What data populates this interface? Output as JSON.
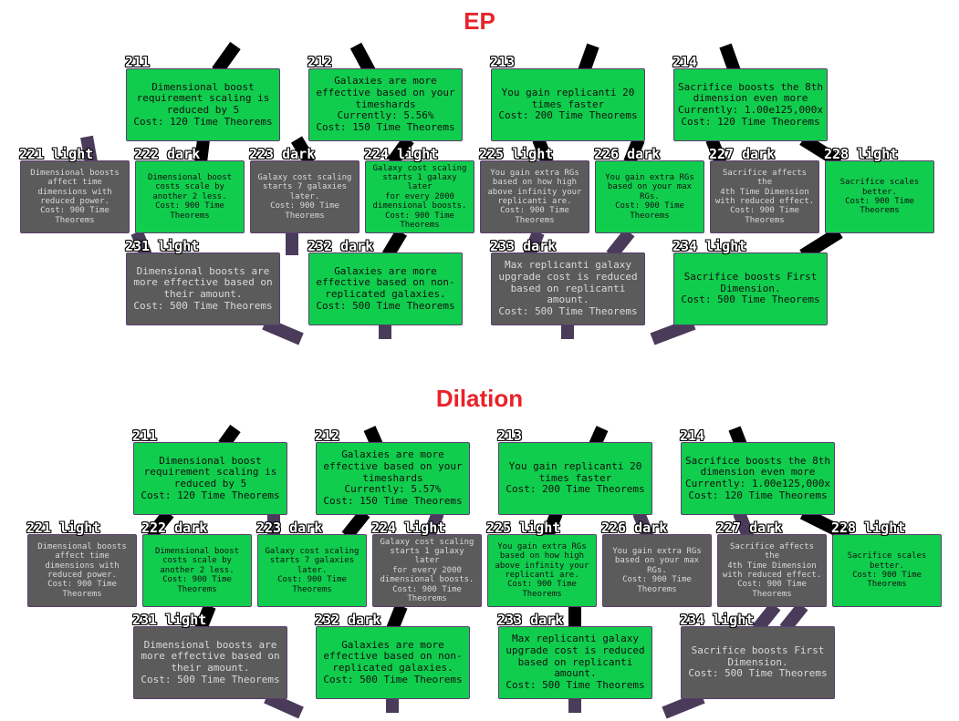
{
  "colors": {
    "title": "#e8232a",
    "bought": "#11cd4d",
    "unbought": "#5b5b5b",
    "line_black": "#000000",
    "line_purple": "#4a3b5a"
  },
  "ep": {
    "title": "EP",
    "n211": {
      "label": "211",
      "desc": "Dimensional boost\nrequirement scaling is\nreduced by 5",
      "cost": "Cost: 120 Time Theorems"
    },
    "n212": {
      "label": "212",
      "desc": "Galaxies are more\neffective based on your\ntimeshards\nCurrently: 5.56%",
      "cost": "Cost: 150 Time Theorems"
    },
    "n213": {
      "label": "213",
      "desc": "You gain replicanti 20\ntimes faster",
      "cost": "Cost: 200 Time Theorems"
    },
    "n214": {
      "label": "214",
      "desc": "Sacrifice boosts the 8th\ndimension even more\nCurrently: 1.00e125,000x",
      "cost": "Cost: 120 Time Theorems"
    },
    "n221": {
      "label": "221 light",
      "desc": "Dimensional boosts\naffect time\ndimensions with\nreduced power.",
      "cost": "Cost: 900 Time\nTheorems"
    },
    "n222": {
      "label": "222 dark",
      "desc": "Dimensional boost\ncosts scale by\nanother 2 less.",
      "cost": "Cost: 900 Time\nTheorems"
    },
    "n223": {
      "label": "223 dark",
      "desc": "Galaxy cost scaling\nstarts 7 galaxies\nlater.",
      "cost": "Cost: 900 Time\nTheorems"
    },
    "n224": {
      "label": "224 light",
      "desc": "Galaxy cost scaling\nstarts 1 galaxy later\nfor every 2000\ndimensional boosts.",
      "cost": "Cost: 900 Time\nTheorems"
    },
    "n225": {
      "label": "225 light",
      "desc": "You gain extra RGs\nbased on how high\nabove infinity your\nreplicanti are.",
      "cost": "Cost: 900 Time\nTheorems"
    },
    "n226": {
      "label": "226 dark",
      "desc": "You gain extra RGs\nbased on your max\nRGs.",
      "cost": "Cost: 900 Time\nTheorems"
    },
    "n227": {
      "label": "227 dark",
      "desc": "Sacrifice affects the\n4th Time Dimension\nwith reduced effect.",
      "cost": "Cost: 900 Time\nTheorems"
    },
    "n228": {
      "label": "228 light",
      "desc": "Sacrifice scales\nbetter.",
      "cost": "Cost: 900 Time\nTheorems"
    },
    "n231": {
      "label": "231 light",
      "desc": "Dimensional boosts are\nmore effective based on\ntheir amount.",
      "cost": "Cost: 500 Time Theorems"
    },
    "n232": {
      "label": "232 dark",
      "desc": "Galaxies are more\neffective based on non-\nreplicated galaxies.",
      "cost": "Cost: 500 Time Theorems"
    },
    "n233": {
      "label": "233 dark",
      "desc": "Max replicanti galaxy\nupgrade cost is reduced\nbased on replicanti\namount.",
      "cost": "Cost: 500 Time Theorems"
    },
    "n234": {
      "label": "234 light",
      "desc": "Sacrifice boosts First\nDimension.",
      "cost": "Cost: 500 Time Theorems"
    }
  },
  "dil": {
    "title": "Dilation",
    "n211": {
      "label": "211",
      "desc": "Dimensional boost\nrequirement scaling is\nreduced by 5",
      "cost": "Cost: 120 Time Theorems"
    },
    "n212": {
      "label": "212",
      "desc": "Galaxies are more\neffective based on your\ntimeshards\nCurrently: 5.57%",
      "cost": "Cost: 150 Time Theorems"
    },
    "n213": {
      "label": "213",
      "desc": "You gain replicanti 20\ntimes faster",
      "cost": "Cost: 200 Time Theorems"
    },
    "n214": {
      "label": "214",
      "desc": "Sacrifice boosts the 8th\ndimension even more\nCurrently: 1.00e125,000x",
      "cost": "Cost: 120 Time Theorems"
    },
    "n221": {
      "label": "221 light",
      "desc": "Dimensional boosts\naffect time\ndimensions with\nreduced power.",
      "cost": "Cost: 900 Time\nTheorems"
    },
    "n222": {
      "label": "222 dark",
      "desc": "Dimensional boost\ncosts scale by\nanother 2 less.",
      "cost": "Cost: 900 Time\nTheorems"
    },
    "n223": {
      "label": "223 dark",
      "desc": "Galaxy cost scaling\nstarts 7 galaxies\nlater.",
      "cost": "Cost: 900 Time\nTheorems"
    },
    "n224": {
      "label": "224 light",
      "desc": "Galaxy cost scaling\nstarts 1 galaxy later\nfor every 2000\ndimensional boosts.",
      "cost": "Cost: 900 Time\nTheorems"
    },
    "n225": {
      "label": "225 light",
      "desc": "You gain extra RGs\nbased on how high\nabove infinity your\nreplicanti are.",
      "cost": "Cost: 900 Time\nTheorems"
    },
    "n226": {
      "label": "226 dark",
      "desc": "You gain extra RGs\nbased on your max\nRGs.",
      "cost": "Cost: 900 Time\nTheorems"
    },
    "n227": {
      "label": "227 dark",
      "desc": "Sacrifice affects the\n4th Time Dimension\nwith reduced effect.",
      "cost": "Cost: 900 Time\nTheorems"
    },
    "n228": {
      "label": "228 light",
      "desc": "Sacrifice scales\nbetter.",
      "cost": "Cost: 900 Time\nTheorems"
    },
    "n231": {
      "label": "231 light",
      "desc": "Dimensional boosts are\nmore effective based on\ntheir amount.",
      "cost": "Cost: 500 Time Theorems"
    },
    "n232": {
      "label": "232 dark",
      "desc": "Galaxies are more\neffective based on non-\nreplicated galaxies.",
      "cost": "Cost: 500 Time Theorems"
    },
    "n233": {
      "label": "233 dark",
      "desc": "Max replicanti galaxy\nupgrade cost is reduced\nbased on replicanti\namount.",
      "cost": "Cost: 500 Time Theorems"
    },
    "n234": {
      "label": "234 light",
      "desc": "Sacrifice boosts First\nDimension.",
      "cost": "Cost: 500 Time Theorems"
    }
  }
}
